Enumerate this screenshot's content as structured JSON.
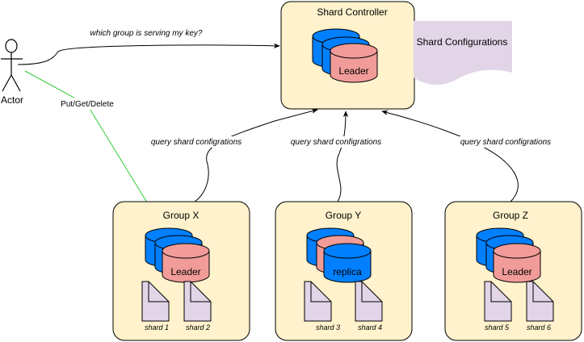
{
  "actor": {
    "label": "Actor"
  },
  "controller": {
    "title": "Shard Controller",
    "db_label": "Leader",
    "configs_label": "Shard Configurations"
  },
  "edges": {
    "which_group": "which group is serving my key?",
    "put_get_delete": "Put/Get/Delete",
    "query_x": "query shard configrations",
    "query_y": "query shard configrations",
    "query_z": "query shard configrations"
  },
  "groups": [
    {
      "title": "Group X",
      "db_label": "Leader",
      "shards": [
        "shard 1",
        "shard 2"
      ]
    },
    {
      "title": "Group Y",
      "db_label": "replica",
      "shards": [
        "shard 3",
        "shard 4"
      ]
    },
    {
      "title": "Group Z",
      "db_label": "Leader",
      "shards": [
        "shard 5",
        "shard 6"
      ]
    }
  ],
  "colors": {
    "box_fill": "#FFF2CC",
    "db_blue": "#007FFF",
    "db_leader": "#F19C99",
    "doc_fill": "#E1D5E7",
    "green_arrow": "#33CC33"
  }
}
